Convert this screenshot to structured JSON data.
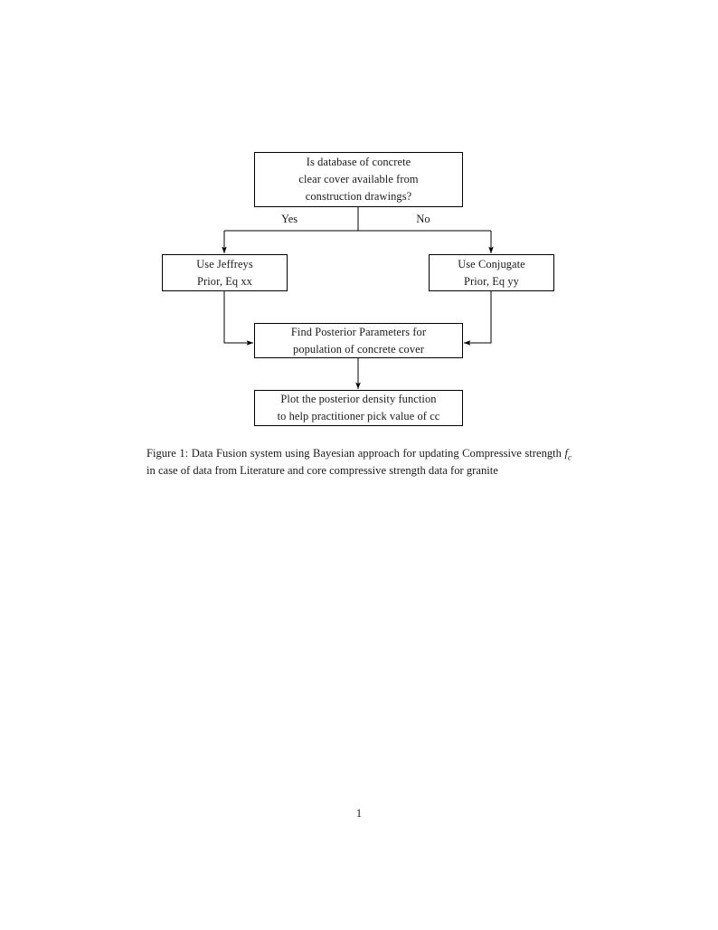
{
  "document": {
    "page_number": "1",
    "figure_label": "Figure 1:"
  },
  "flowchart": {
    "nodes": {
      "decision": {
        "lines": [
          "Is database of concrete",
          "clear cover available from",
          "construction drawings?"
        ]
      },
      "jeffreys": {
        "lines": [
          "Use Jeffreys",
          "Prior, Eq xx"
        ]
      },
      "conjugate": {
        "lines": [
          "Use Conjugate",
          "Prior, Eq yy"
        ]
      },
      "posterior": {
        "lines": [
          "Find Posterior Parameters for",
          "population of concrete cover"
        ]
      },
      "plot": {
        "lines": [
          "Plot the posterior density function",
          "to help practitioner pick value of cc"
        ]
      }
    },
    "edge_labels": {
      "yes": "Yes",
      "no": "No"
    },
    "colors": {
      "stroke": "#000000",
      "text": "#1a1a1a",
      "background": "#ffffff"
    }
  },
  "caption": {
    "label": "Figure 1:",
    "text_part_1": "Data Fusion system using Bayesian approach for updating Compressive strength",
    "math_symbol": "f",
    "math_subscript": "c",
    "text_part_2": "in case of data from Literature and core compressive strength data for granite"
  }
}
